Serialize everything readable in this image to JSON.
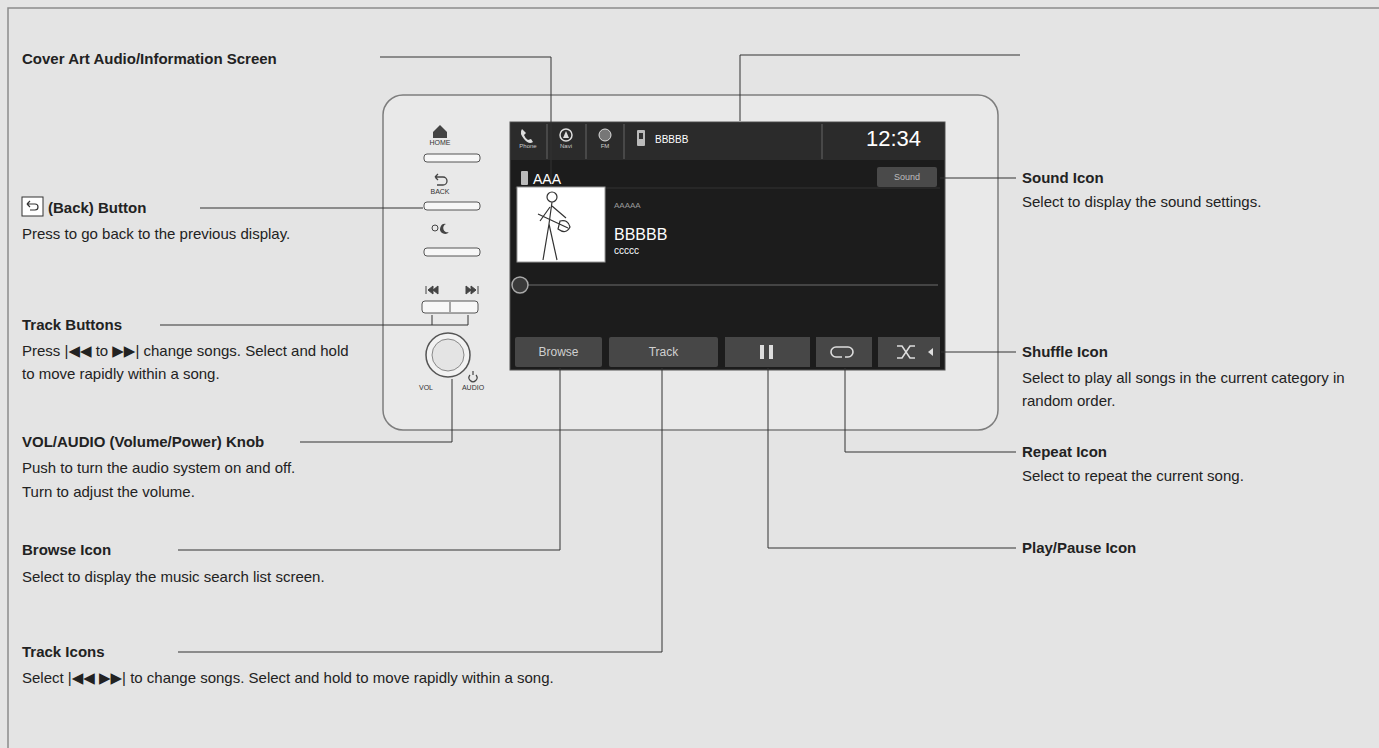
{
  "diagram": {
    "nodes": [
      {
        "text": [
          "Sound"
        ]
      },
      {
        "text": [
          "Browse"
        ]
      },
      {
        "text": [
          "Track"
        ]
      }
    ],
    "labels": [
      "Cover Art Audio/Information Screen",
      "(Back) Button",
      "Press to go back to the previous display.",
      "Track Buttons",
      "Press |◀◀ to ▶▶| change songs. Select and hold to move rapidly within a song.",
      "VOL/AUDIO (Volume/Power) Knob",
      "Push to turn the audio system on and off.",
      "Turn to adjust the volume.",
      "Browse Icon",
      "Select to display the music search list screen.",
      "Track Icons",
      "Select |◀◀ ▶▶| to change songs. Select and hold to move rapidly within a song.",
      "Sound Icon",
      "Select to display the sound settings.",
      "Shuffle Icon",
      "Select to play all songs in the current category in random order.",
      "Repeat Icon",
      "Select to repeat the current song.",
      "Play/Pause Icon",
      "HOME",
      "BACK",
      "VOL",
      "AUDIO",
      "Phone",
      "Navi",
      "FM",
      "BBBBB",
      "12:34",
      "AAA",
      "AAAAA",
      "BBBBB",
      "ccccc"
    ]
  }
}
